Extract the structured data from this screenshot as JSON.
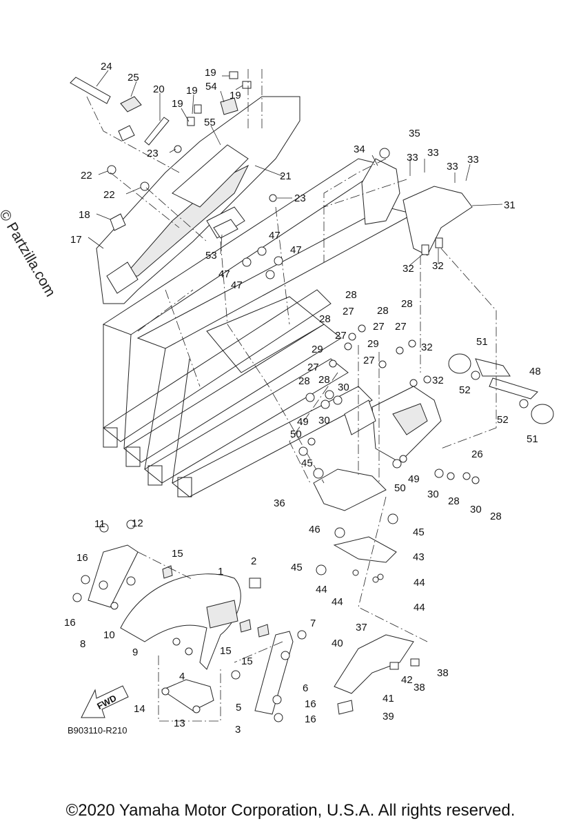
{
  "watermark": "© Partzilla.com",
  "diagram_code": "B903110-R210",
  "fwd_label": "FWD",
  "copyright": "©2020 Yamaha Motor Corporation, U.S.A. All rights reserved.",
  "callouts": [
    "1",
    "2",
    "3",
    "4",
    "5",
    "6",
    "7",
    "8",
    "9",
    "10",
    "11",
    "12",
    "13",
    "14",
    "15",
    "16",
    "17",
    "18",
    "19",
    "20",
    "21",
    "22",
    "23",
    "24",
    "25",
    "26",
    "27",
    "28",
    "29",
    "30",
    "31",
    "32",
    "33",
    "34",
    "35",
    "36",
    "37",
    "38",
    "39",
    "40",
    "41",
    "42",
    "43",
    "44",
    "45",
    "46",
    "47",
    "48",
    "49",
    "50",
    "51",
    "52",
    "53",
    "54",
    "55"
  ]
}
